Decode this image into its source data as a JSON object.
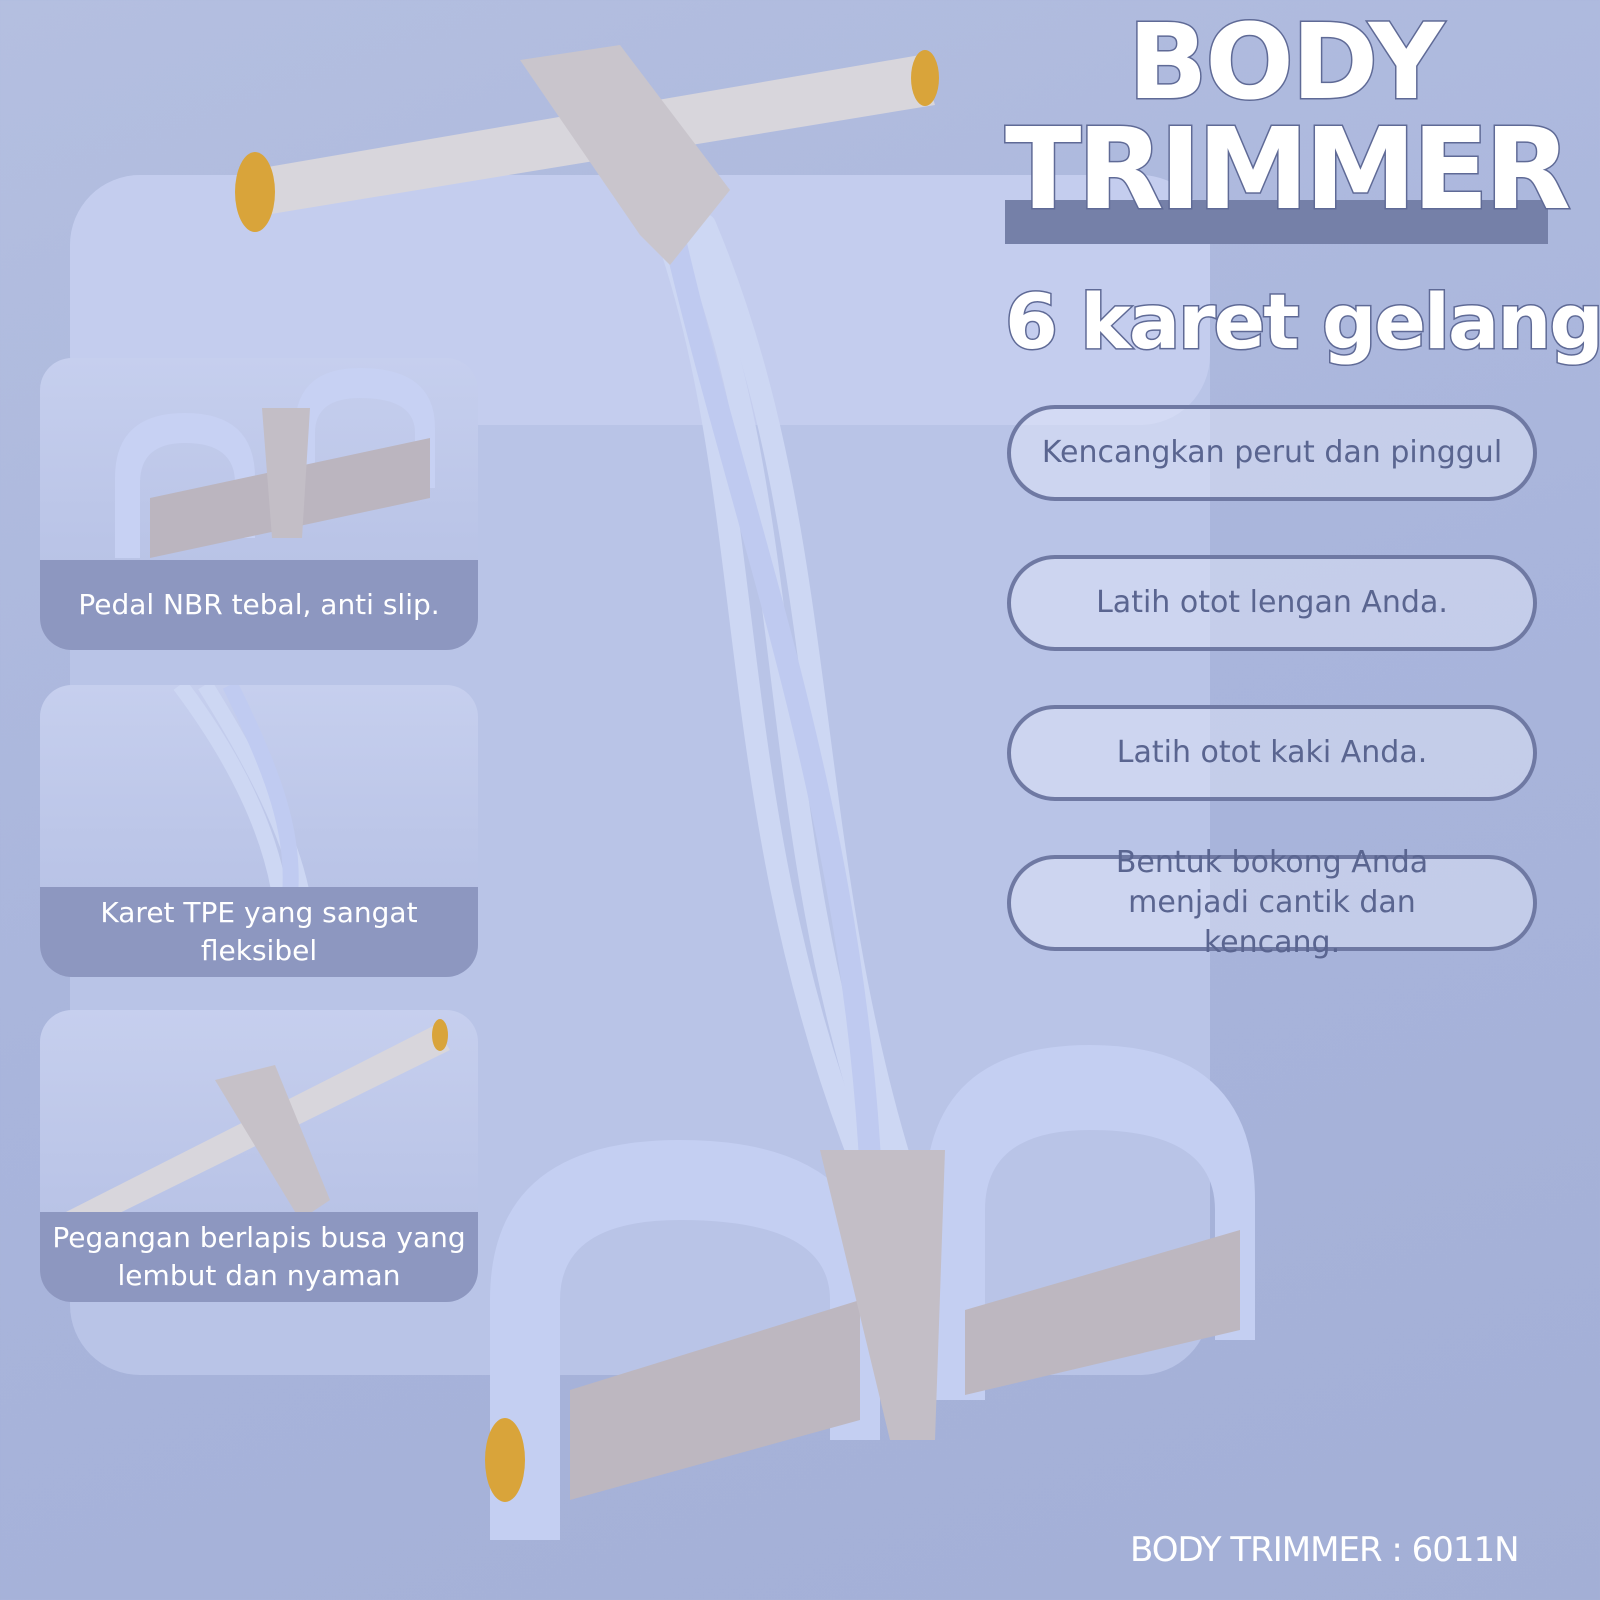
{
  "title": {
    "line1": "BODY",
    "line2": "TRIMMER",
    "subtitle": "6 karet gelang"
  },
  "features": [
    "Kencangkan perut dan pinggul",
    "Latih otot lengan Anda.",
    "Latih otot kaki Anda.",
    "Bentuk bokong Anda menjadi cantik dan kencang."
  ],
  "panels": [
    {
      "caption": "Pedal NBR tebal, anti slip."
    },
    {
      "caption": "Karet TPE yang sangat fleksibel"
    },
    {
      "caption": "Pegangan berlapis busa yang lembut dan nyaman"
    }
  ],
  "footer": "BODY TRIMMER : 6011N",
  "colors": {
    "accent": "#7580a8",
    "cap": "#d9a43a",
    "band": "#cdd7f3",
    "handle": "#d8d6dc"
  }
}
